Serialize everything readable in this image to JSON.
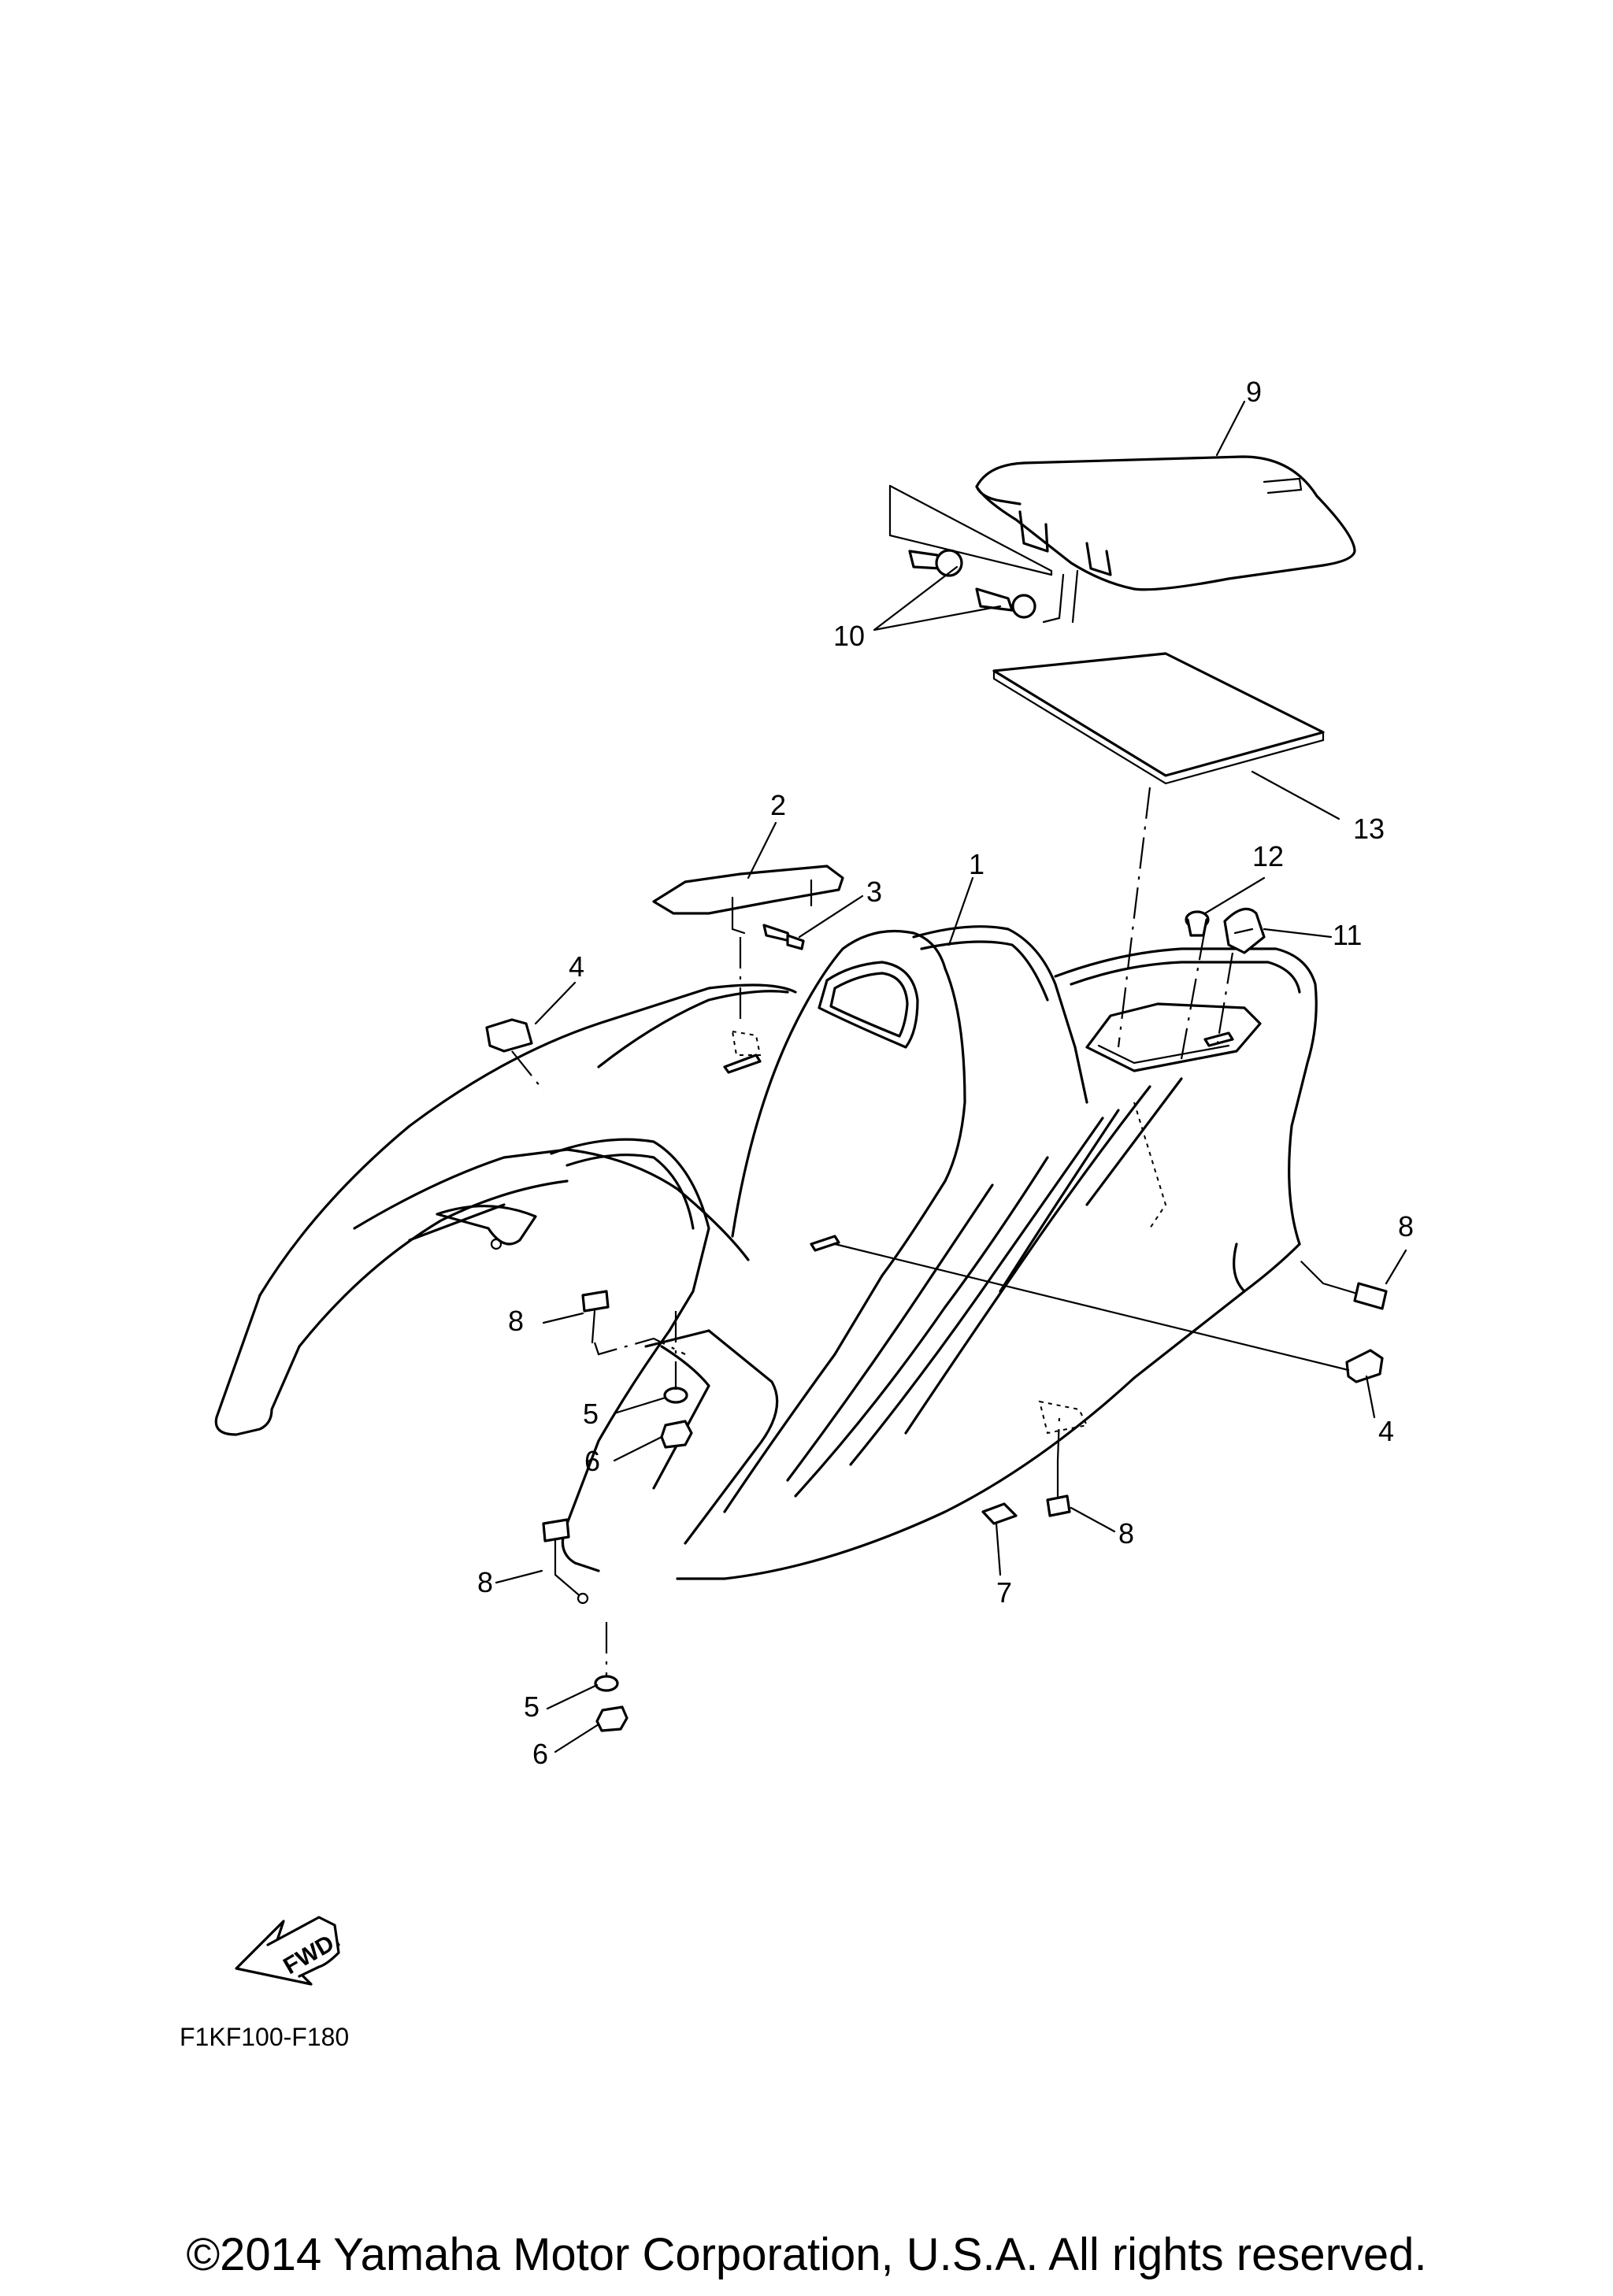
{
  "callouts": {
    "p1": "1",
    "p2": "2",
    "p3": "3",
    "p4a": "4",
    "p4b": "4",
    "p5a": "5",
    "p5b": "5",
    "p6a": "6",
    "p6b": "6",
    "p7": "7",
    "p8a": "8",
    "p8b": "8",
    "p8c": "8",
    "p8d": "8",
    "p9": "9",
    "p10": "10",
    "p11": "11",
    "p12": "12",
    "p13": "13"
  },
  "fwd_label": "FWD",
  "diagram_code": "F1KF100-F180",
  "copyright": "©2014 Yamaha Motor Corporation, U.S.A. All rights reserved."
}
